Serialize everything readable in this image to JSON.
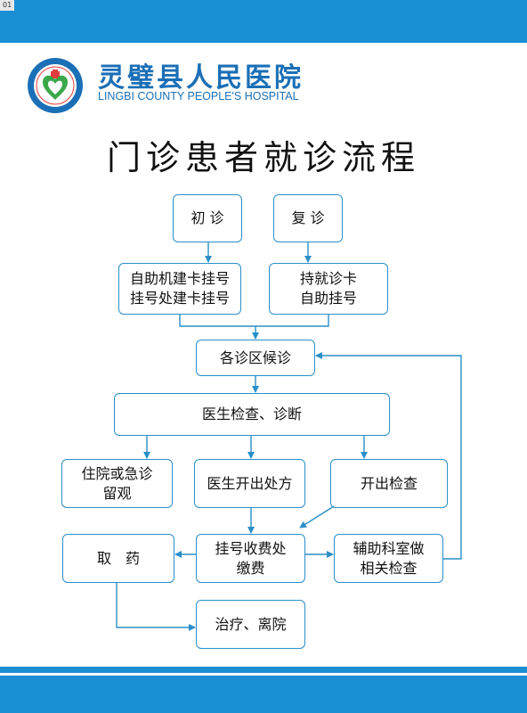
{
  "corner_tag": "01",
  "header": {
    "hospital_name_cn": "灵璧县人民医院",
    "hospital_name_en": "LINGBI COUNTY PEOPLE'S HOSPITAL",
    "title": "门诊患者就诊流程"
  },
  "colors": {
    "bar": "#1a8fd4",
    "box_border": "#2a8fc8",
    "arrow": "#2a8fc8",
    "brand_text": "#1b6fb6"
  },
  "flow": {
    "first_visit": "初 诊",
    "return_visit": "复 诊",
    "self_register": "自助机建卡挂号\n挂号处建卡挂号",
    "card_register": "持就诊卡\n自助挂号",
    "wait": "各诊区候诊",
    "doctor_exam": "医生检查、诊断",
    "hospitalize": "住院或急诊\n留观",
    "prescribe": "医生开出处方",
    "order_test": "开出检查",
    "get_medicine": "取　药",
    "pay": "挂号收费处\n缴费",
    "aux_exam": "辅助科室做\n相关检查",
    "treat_leave": "治疗、离院"
  }
}
